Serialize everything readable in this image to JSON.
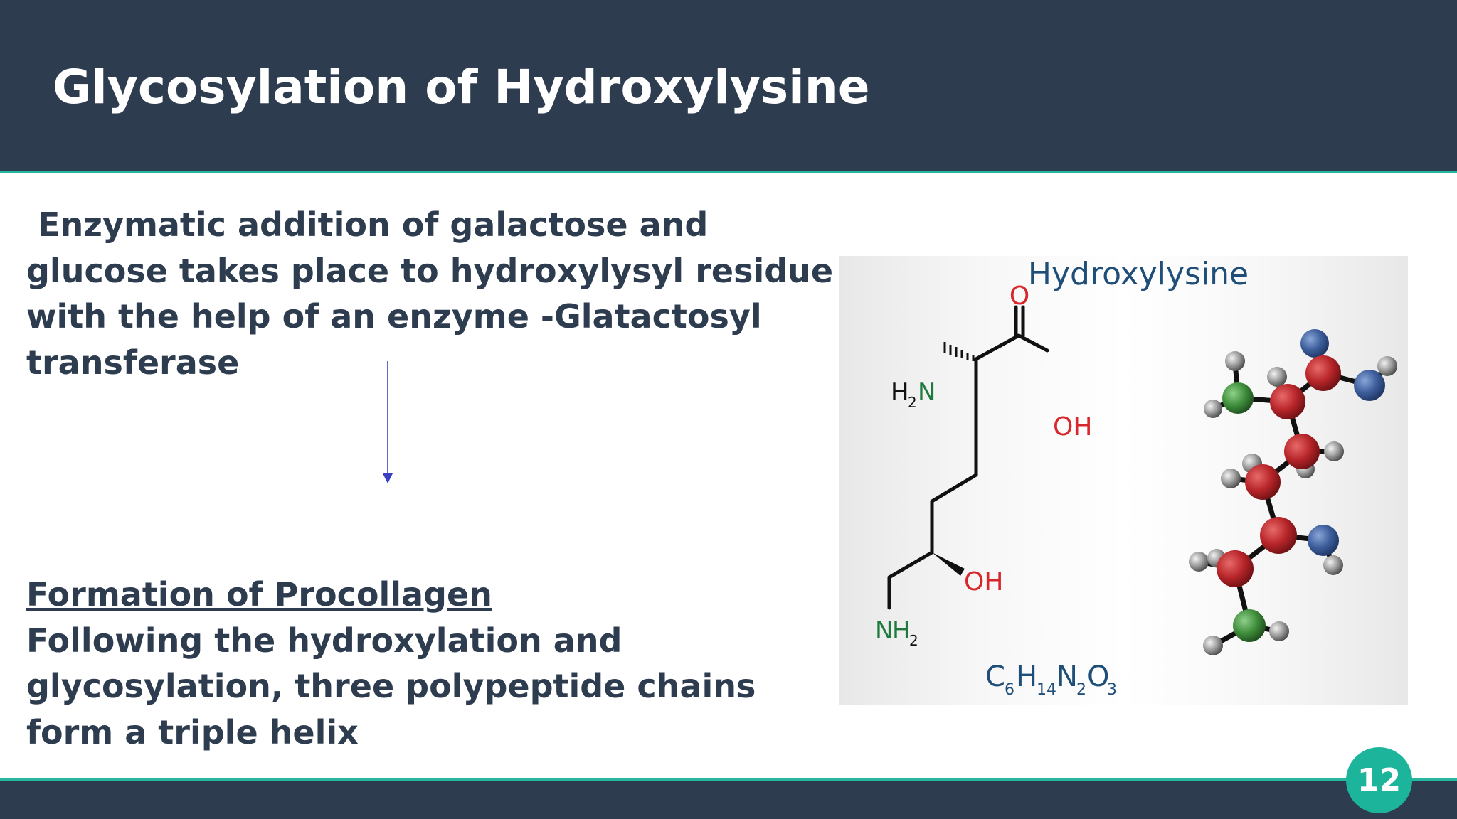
{
  "slide": {
    "title": "Glycosylation of Hydroxylysine",
    "page_number": "12"
  },
  "content": {
    "paragraph1_lines": [
      " Enzymatic addition of galactose and",
      "glucose takes place to hydroxylysyl residue",
      "with the help of an enzyme -Glatactosyl",
      "transferase"
    ],
    "paragraph2_heading": "Formation of Procollagen",
    "paragraph2_lines": [
      "Following the hydroxylation and",
      "glycosylation, three polypeptide chains",
      "form a triple helix"
    ]
  },
  "figure": {
    "title": "Hydroxylysine",
    "labels": {
      "carbonyl_o": "O",
      "acid_oh": "OH",
      "amine_h2n_h": "H",
      "amine_h2n_sub": "2",
      "amine_h2n_n": "N",
      "hydroxyl_oh": "OH",
      "terminal_nh_n": "N",
      "terminal_nh_h": "H",
      "terminal_nh_sub": "2"
    },
    "formula": {
      "c": "C",
      "c_sub": "6",
      "h": "H",
      "h_sub": "14",
      "n": "N",
      "n_sub": "2",
      "o": "O",
      "o_sub": "3"
    }
  },
  "colors": {
    "header_bg": "#2e3c4f",
    "accent_teal": "#1db49c",
    "body_text": "#2e3c4f",
    "arrow": "#3a3fbf",
    "oxygen_red": "#d8262a",
    "nitrogen_green": "#1e7a3c",
    "figure_title_blue": "#1f4e79"
  }
}
